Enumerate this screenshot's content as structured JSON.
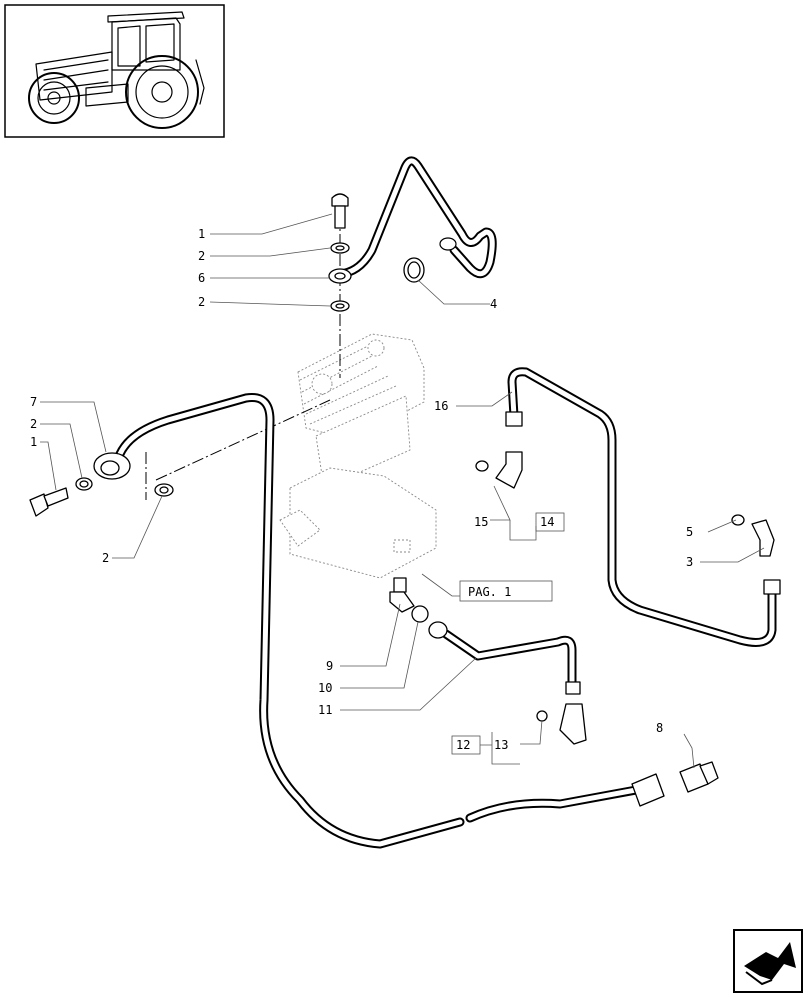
{
  "thumbnail": {
    "icon": "tractor-thumbnail-icon"
  },
  "callouts": [
    {
      "id": "c1a",
      "text": "1"
    },
    {
      "id": "c2a",
      "text": "2"
    },
    {
      "id": "c6",
      "text": "6"
    },
    {
      "id": "c2b",
      "text": "2"
    },
    {
      "id": "c4",
      "text": "4"
    },
    {
      "id": "c7",
      "text": "7"
    },
    {
      "id": "c2c",
      "text": "2"
    },
    {
      "id": "c1b",
      "text": "1"
    },
    {
      "id": "c2d",
      "text": "2"
    },
    {
      "id": "c16",
      "text": "16"
    },
    {
      "id": "c15",
      "text": "15"
    },
    {
      "id": "c14",
      "text": "14"
    },
    {
      "id": "c5",
      "text": "5"
    },
    {
      "id": "c3",
      "text": "3"
    },
    {
      "id": "cpag",
      "text": "PAG. 1"
    },
    {
      "id": "c9",
      "text": "9"
    },
    {
      "id": "c10",
      "text": "10"
    },
    {
      "id": "c11",
      "text": "11"
    },
    {
      "id": "c12",
      "text": "12"
    },
    {
      "id": "c13",
      "text": "13"
    },
    {
      "id": "c8",
      "text": "8"
    }
  ],
  "nav": {
    "icon": "next-page-arrow-icon"
  }
}
